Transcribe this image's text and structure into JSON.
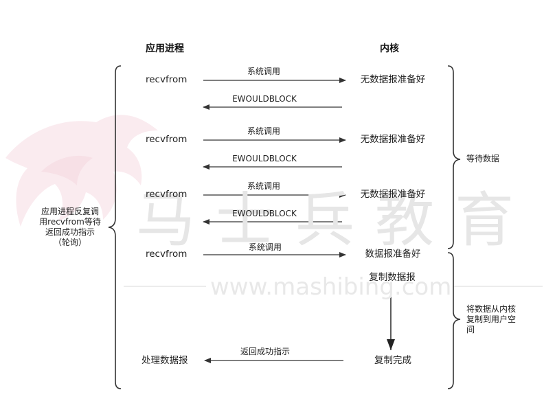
{
  "watermark": {
    "brand": "马士兵教育",
    "url": "www.mashibing.com"
  },
  "headers": {
    "process": "应用进程",
    "kernel": "内核"
  },
  "rows": [
    {
      "call": "recvfrom",
      "syscall": "系统调用",
      "kernel_state": "无数据报准备好",
      "return": "EWOULDBLOCK"
    },
    {
      "call": "recvfrom",
      "syscall": "系统调用",
      "kernel_state": "无数据报准备好",
      "return": "EWOULDBLOCK"
    },
    {
      "call": "recvfrom",
      "syscall": "系统调用",
      "kernel_state": "无数据报准备好",
      "return": "EWOULDBLOCK"
    },
    {
      "call": "recvfrom",
      "syscall": "系统调用",
      "kernel_state": "数据报准备好"
    }
  ],
  "copy_step": {
    "start": "复制数据报",
    "end": "复制完成",
    "return_label": "返回成功指示",
    "process_action": "处理数据报"
  },
  "left_note": [
    "应用进程反复调",
    "用recvfrom等待",
    "返回成功指示",
    "（轮询）"
  ],
  "right_notes": {
    "wait": "等待数据",
    "copy": [
      "将数据从内核",
      "复制到用户空",
      "间"
    ]
  }
}
